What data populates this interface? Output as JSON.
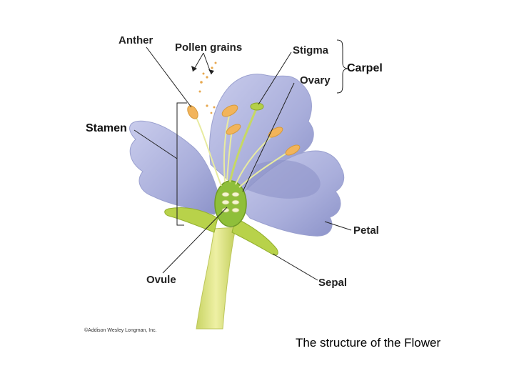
{
  "diagram": {
    "labels": {
      "anther": "Anther",
      "pollen_grains": "Pollen grains",
      "stigma": "Stigma",
      "ovary": "Ovary",
      "carpel": "Carpel",
      "stamen": "Stamen",
      "petal": "Petal",
      "ovule": "Ovule",
      "sepal": "Sepal"
    },
    "credit": "©Addison Wesley Longman, Inc.",
    "colors": {
      "petal": "#aeb3dc",
      "petal_shadow": "#8088c4",
      "stem": "#d9e27c",
      "sepal": "#b8d24a",
      "ovary": "#8fbf3a",
      "anther": "#f2b45a"
    }
  },
  "caption": "The structure of the Flower"
}
